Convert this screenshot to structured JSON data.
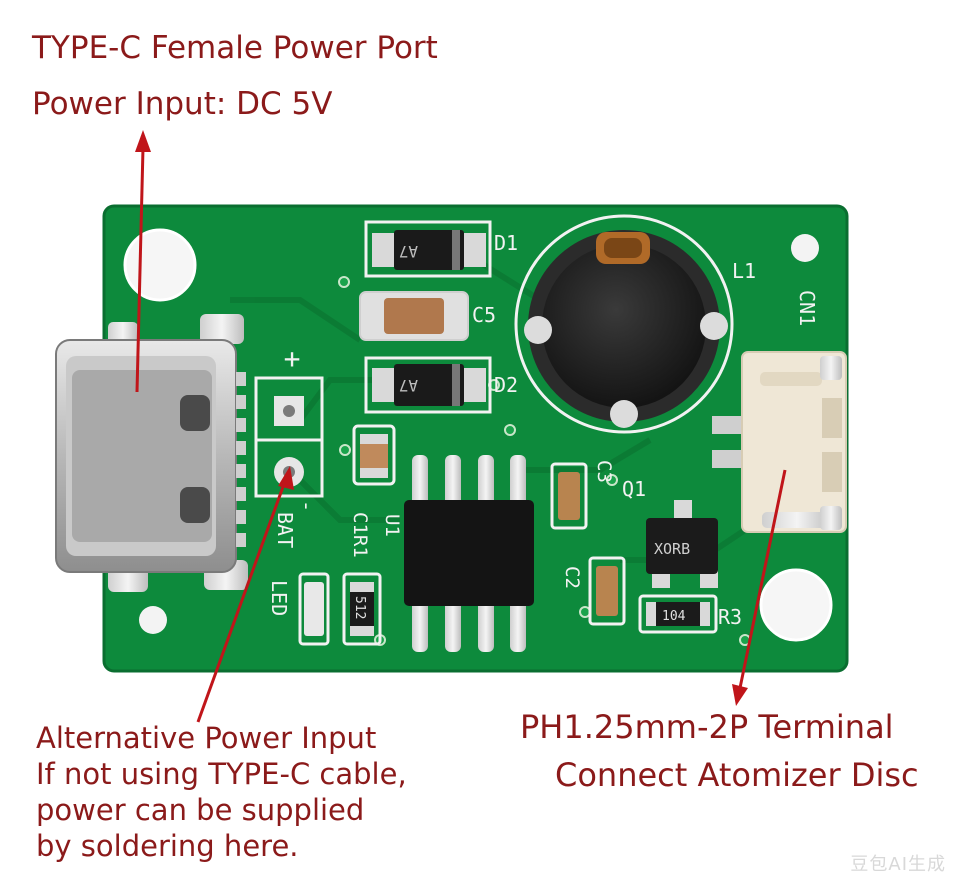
{
  "annotations": {
    "type_c_title": "TYPE-C Female Power Port",
    "power_input": "Power Input: DC 5V",
    "alternative_lines": [
      "Alternative Power Input",
      "If not using TYPE-C cable,",
      "power can be supplied",
      "by soldering here."
    ],
    "terminal_title": "PH1.25mm-2P Terminal",
    "terminal_desc": "Connect Atomizer Disc"
  },
  "silkscreen": {
    "d1": "D1",
    "d2": "D2",
    "c5": "C5",
    "l1": "L1",
    "cn1": "CN1",
    "c3": "C3",
    "q1": "Q1",
    "c2": "C2",
    "r3": "R3",
    "u1": "U1",
    "c1r1": "C1R1",
    "bat": "BAT",
    "led": "LED",
    "plus": "+",
    "minus": "-",
    "diode_mark": "A7",
    "transistor_mark": "XORB",
    "resistor_512": "512",
    "resistor_104": "104"
  },
  "watermark": "豆包AI生成",
  "colors": {
    "annotation_text": "#8b1a1a",
    "arrow": "#c0151a",
    "pcb_green": "#0d8a3c",
    "silkscreen": "#f2f2f2"
  }
}
